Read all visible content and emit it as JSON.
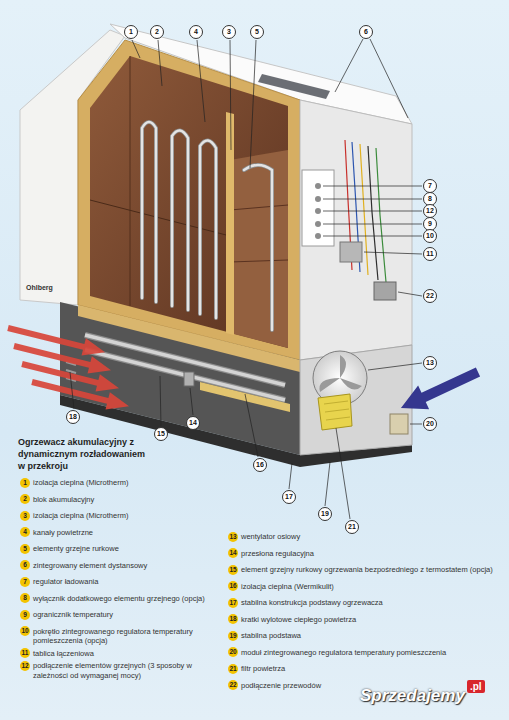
{
  "diagram": {
    "title": "Ogrzewacz akumulacyjny z dynamicznym rozładowaniem w przekroju",
    "labels": [
      "1",
      "2",
      "4",
      "3",
      "5",
      "6",
      "7",
      "8",
      "12",
      "9",
      "10",
      "11",
      "22",
      "13",
      "20",
      "18",
      "15",
      "14",
      "16",
      "17",
      "19",
      "21",
      "Ohlberg",
      "1",
      "izolacja cieplna (Microtherm)",
      "2",
      "blok akumulacyjny",
      "3",
      "izolacja cieplna (Microtherm)",
      "4",
      "kanały powietrzne",
      "5",
      "elementy grzejne rurkowe",
      "6",
      "zintegrowany element dystansowy",
      "7",
      "regulator ładowania",
      "8",
      "wyłącznik dodatkowego elementu grzejnego (opcja)",
      "9",
      "ogranicznik temperatury",
      "10",
      "pokrętło zintegrowanego regulatora temperatury pomieszczenia (opcja)",
      "11",
      "tablica łączeniowa",
      "12",
      "podłączenie elementów grzejnych (3 sposoby w zależności od wymaganej mocy)",
      "13",
      "wentylator osiowy",
      "14",
      "przesłona regulacyjna",
      "15",
      "element grzejny rurkowy ogrzewania bezpośredniego z termostatem (opcja)",
      "16",
      "izolacja cieplna (Wermikulit)",
      "17",
      "stabilna konstrukcja podstawy ogrzewacza",
      "18",
      "kratki wylotowe ciepłego powietrza",
      "19",
      "stabilna podstawa",
      "20",
      "moduł zintegrowanego regulatora temperatury pomieszczenia",
      "21",
      "filtr powietrza",
      "22",
      "podłączenie przewodów",
      "Sprzedajemy",
      ".pl"
    ]
  }
}
